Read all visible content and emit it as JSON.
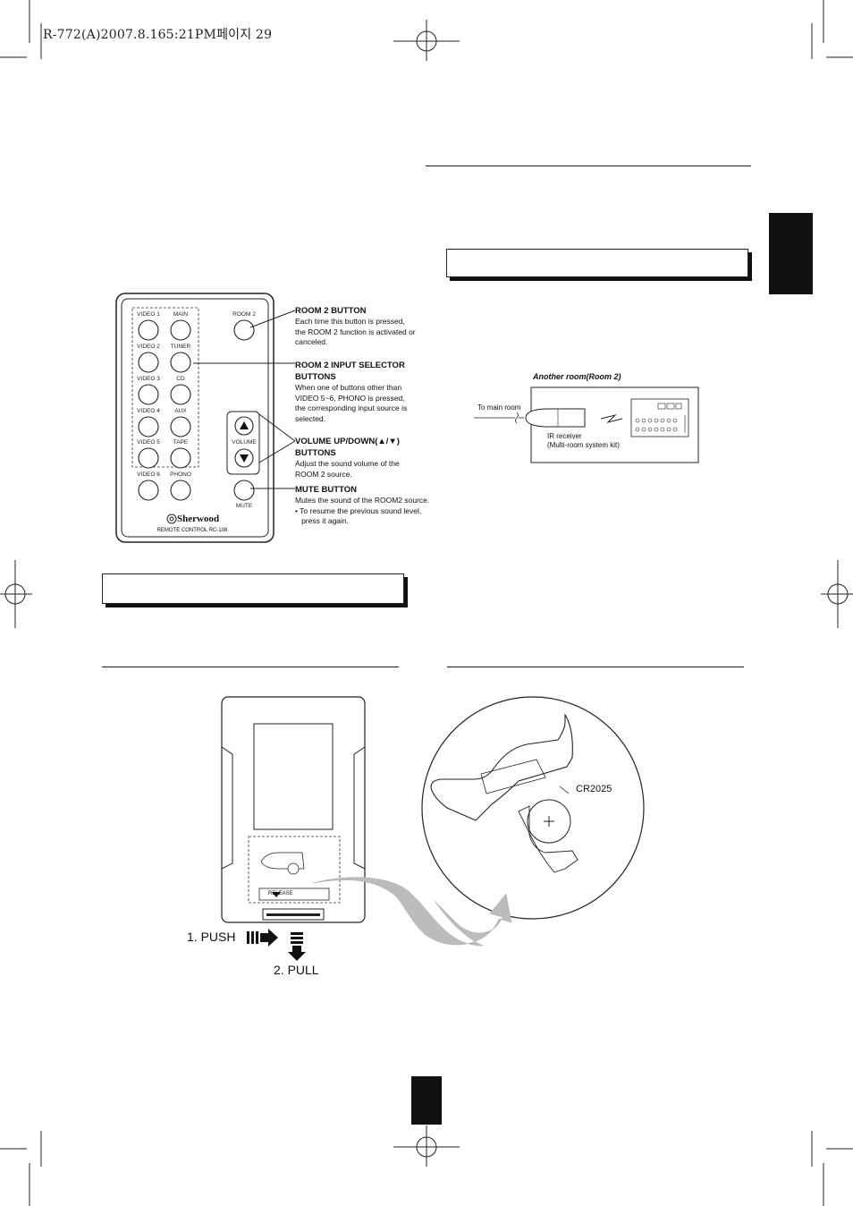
{
  "header": {
    "text": "R-772(A)2007.8.165:21PM페이지 29"
  },
  "remote": {
    "buttons": {
      "video1": "VIDEO 1",
      "main": "MAIN",
      "video2": "VIDEO 2",
      "tuner": "TUNER",
      "video3": "VIDEO 3",
      "cd": "CD",
      "video4": "VIDEO 4",
      "aux": "AUX",
      "video5": "VIDEO 5",
      "tape": "TAPE",
      "video6": "VIDEO 6",
      "phono": "PHONO",
      "room2": "ROOM 2",
      "volume": "VOLUME",
      "mute": "MUTE"
    },
    "brand": "Sherwood",
    "model": "REMOTE CONTROL RC-108"
  },
  "callouts": {
    "room2_title": "ROOM 2 BUTTON",
    "room2_desc": [
      "Each time this button is pressed,",
      "the ROOM 2 function is activated or",
      "canceled."
    ],
    "selector_title": [
      "ROOM 2 INPUT SELECTOR",
      "BUTTONS"
    ],
    "selector_desc": [
      "When one of buttons other than",
      "VIDEO 5~6, PHONO is pressed,",
      "the corresponding input source is",
      "selected."
    ],
    "volume_title": [
      "VOLUME UP/DOWN(▲/▼)",
      "BUTTONS"
    ],
    "volume_desc": [
      "Adjust the sound volume of the",
      "ROOM 2 source."
    ],
    "mute_title": "MUTE BUTTON",
    "mute_desc": [
      "Mutes the sound of the ROOM2 source.",
      "• To resume the previous sound level,",
      "   press it again."
    ]
  },
  "room2_diagram": {
    "title": "Another room(Room 2)",
    "to_main": "To main room",
    "ir_receiver": "IR receiver",
    "kit": "(Multi-room system kit)"
  },
  "battery": {
    "label": "CR2025",
    "release": "RELEASE",
    "push": "1. PUSH",
    "pull": "2. PULL"
  },
  "icons": [
    "up-triangle-icon",
    "down-triangle-icon",
    "sherwood-logo-icon",
    "push-arrow-icon",
    "pull-arrow-icon",
    "curved-arrow-icon",
    "registration-mark-icon"
  ]
}
